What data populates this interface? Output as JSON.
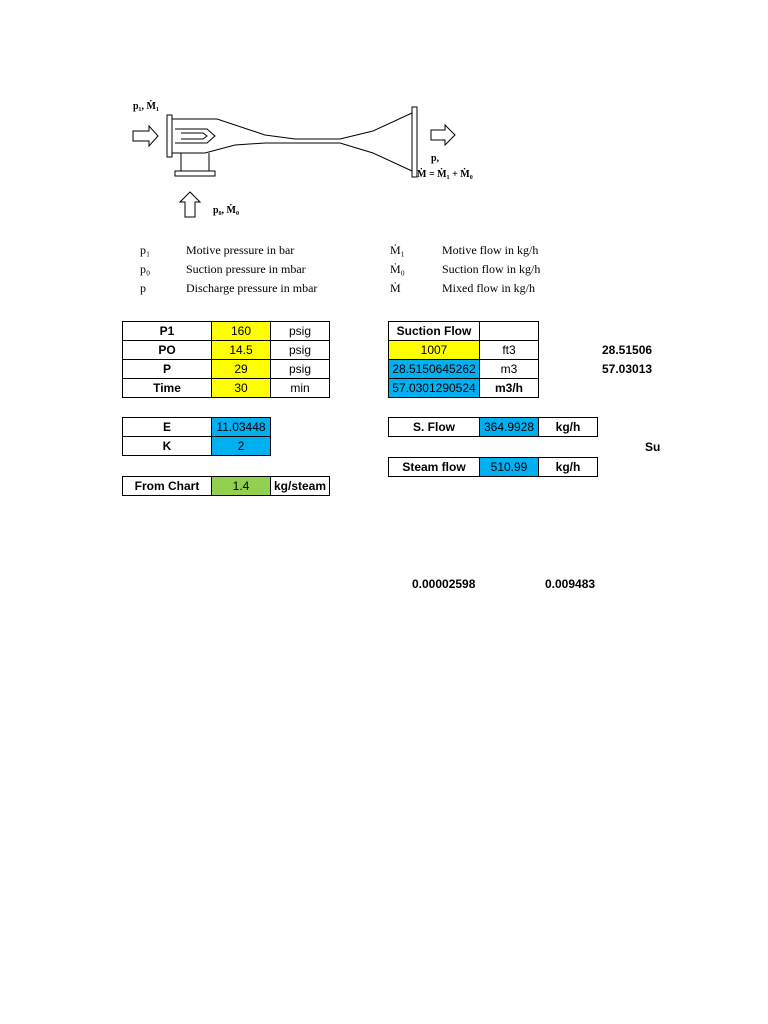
{
  "diagram": {
    "inlet_label": "p₁, Ṁ₁",
    "suction_label": "p₀, Ṁ₀",
    "outlet_label_1": "p,",
    "outlet_label_2": "Ṁ = Ṁ₁ + Ṁ₀"
  },
  "legend": [
    {
      "sym": "p₁",
      "desc": "Motive pressure in bar"
    },
    {
      "sym": "p₀",
      "desc": "Suction pressure in mbar"
    },
    {
      "sym": "p",
      "desc": "Discharge pressure in mbar"
    },
    {
      "sym": "Ṁ₁",
      "desc": "Motive flow in kg/h"
    },
    {
      "sym": "Ṁ₀",
      "desc": "Suction flow in kg/h"
    },
    {
      "sym": "Ṁ",
      "desc": "Mixed flow in kg/h"
    }
  ],
  "inputs": {
    "rows": [
      {
        "label": "P1",
        "value": "160",
        "unit": "psig"
      },
      {
        "label": "PO",
        "value": "14.5",
        "unit": "psig"
      },
      {
        "label": "P",
        "value": "29",
        "unit": "psig"
      },
      {
        "label": "Time",
        "value": "30",
        "unit": "min"
      }
    ]
  },
  "ek": {
    "rows": [
      {
        "label": "E",
        "value": "11.03448"
      },
      {
        "label": "K",
        "value": "2"
      }
    ]
  },
  "chart": {
    "label": "From Chart",
    "value": "1.4",
    "unit": "kg/steam"
  },
  "suction": {
    "header": "Suction Flow",
    "rows": [
      {
        "value": "1007",
        "unit": "ft3"
      },
      {
        "value": "28.5150645262",
        "unit": "m3"
      },
      {
        "value": "57.0301290524",
        "unit": "m3/h"
      }
    ]
  },
  "sflow": {
    "label": "S. Flow",
    "value": "364.9928",
    "unit": "kg/h"
  },
  "steam": {
    "label": "Steam flow",
    "value": "510.99",
    "unit": "kg/h"
  },
  "side": {
    "v1": "28.51506",
    "v2": "57.03013",
    "v3": "Su"
  },
  "bottom": {
    "v1": "0.00002598",
    "v2": "0.009483"
  }
}
